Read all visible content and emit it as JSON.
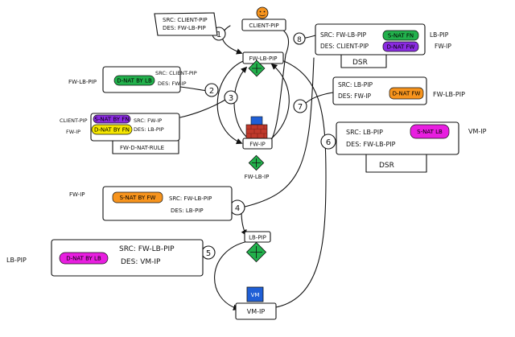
{
  "nodes": {
    "client_pip": "CLIENT-PIP",
    "fw_lb_pip": "FW-LB-PIP",
    "fw_ip": "FW-IP",
    "fw_lb_ip": "FW-LB-IP",
    "lb_pip": "LB-PIP",
    "vm_ip": "VM-IP",
    "vm_icon": "VM"
  },
  "steps": [
    "1",
    "2",
    "3",
    "4",
    "5",
    "6",
    "7",
    "8"
  ],
  "boxes": {
    "b1": {
      "src": "SRC: CLIENT-PIP",
      "des": "DES: FW-LB-PIP"
    },
    "b2": {
      "left": "FW-LB-PIP",
      "pill": "D-NAT BY LB",
      "src": "SRC: CLIENT-PIP",
      "des": "DES: FW-IP"
    },
    "b3": {
      "left1": "CLIENT-PIP",
      "left2": "FW-IP",
      "pill1": "S-NAT BY FN",
      "pill2": "D-NAT BY FN",
      "src": "SRC: FW-IP",
      "des": "DES: LB-PIP",
      "caption": "FW-D-NAT-RULE"
    },
    "b4": {
      "left": "FW-IP",
      "pill": "S-NAT BY FW",
      "src": "SRC: FW-LB-PIP",
      "des": "DES: LB-PIP"
    },
    "b5": {
      "left": "LB-PIP",
      "pill": "D-NAT BY LB",
      "src": "SRC: FW-LB-PIP",
      "des": "DES: VM-IP"
    },
    "b6": {
      "pill": "S-NAT LB",
      "src": "SRC: LB-PIP",
      "des": "DES: FW-LB-PIP",
      "right": "VM-IP",
      "caption": "DSR"
    },
    "b7": {
      "pill": "D-NAT FW",
      "src": "SRC: LB-PIP",
      "des": "DES: FW-IP",
      "right": "FW-LB-PIP"
    },
    "b8": {
      "pill1": "S-NAT FN",
      "pill2": "D-NAT FW",
      "src": "SRC: FW-LB-PIP",
      "des": "DES: CLIENT-PIP",
      "right1": "LB-PIP",
      "right2": "FW-IP",
      "caption": "DSR"
    }
  },
  "colors": {
    "green": "#22b14c",
    "purple": "#8b2be2",
    "yellow": "#f5e600",
    "orange": "#f7941d",
    "magenta": "#e81ee0",
    "blue": "#1f5fd6",
    "brick": "#c0392b"
  }
}
